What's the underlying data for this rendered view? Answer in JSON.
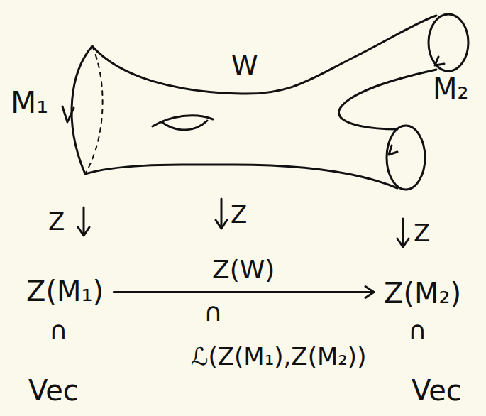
{
  "diagram": {
    "nodes": [
      {
        "text": [
          "Z(M₁)"
        ]
      },
      {
        "text": [
          "Z(M₂)"
        ]
      }
    ],
    "edges": [
      {
        "from": 0,
        "to": 1,
        "arrow": "to",
        "label": "Z(W)"
      }
    ],
    "labels": [
      "M₁",
      "W",
      "M₂",
      "Z",
      "Z",
      "Z",
      "∩",
      "∩",
      "∩",
      "ℒ(Z(M₁),Z(M₂))",
      "Vec",
      "Vec"
    ]
  }
}
